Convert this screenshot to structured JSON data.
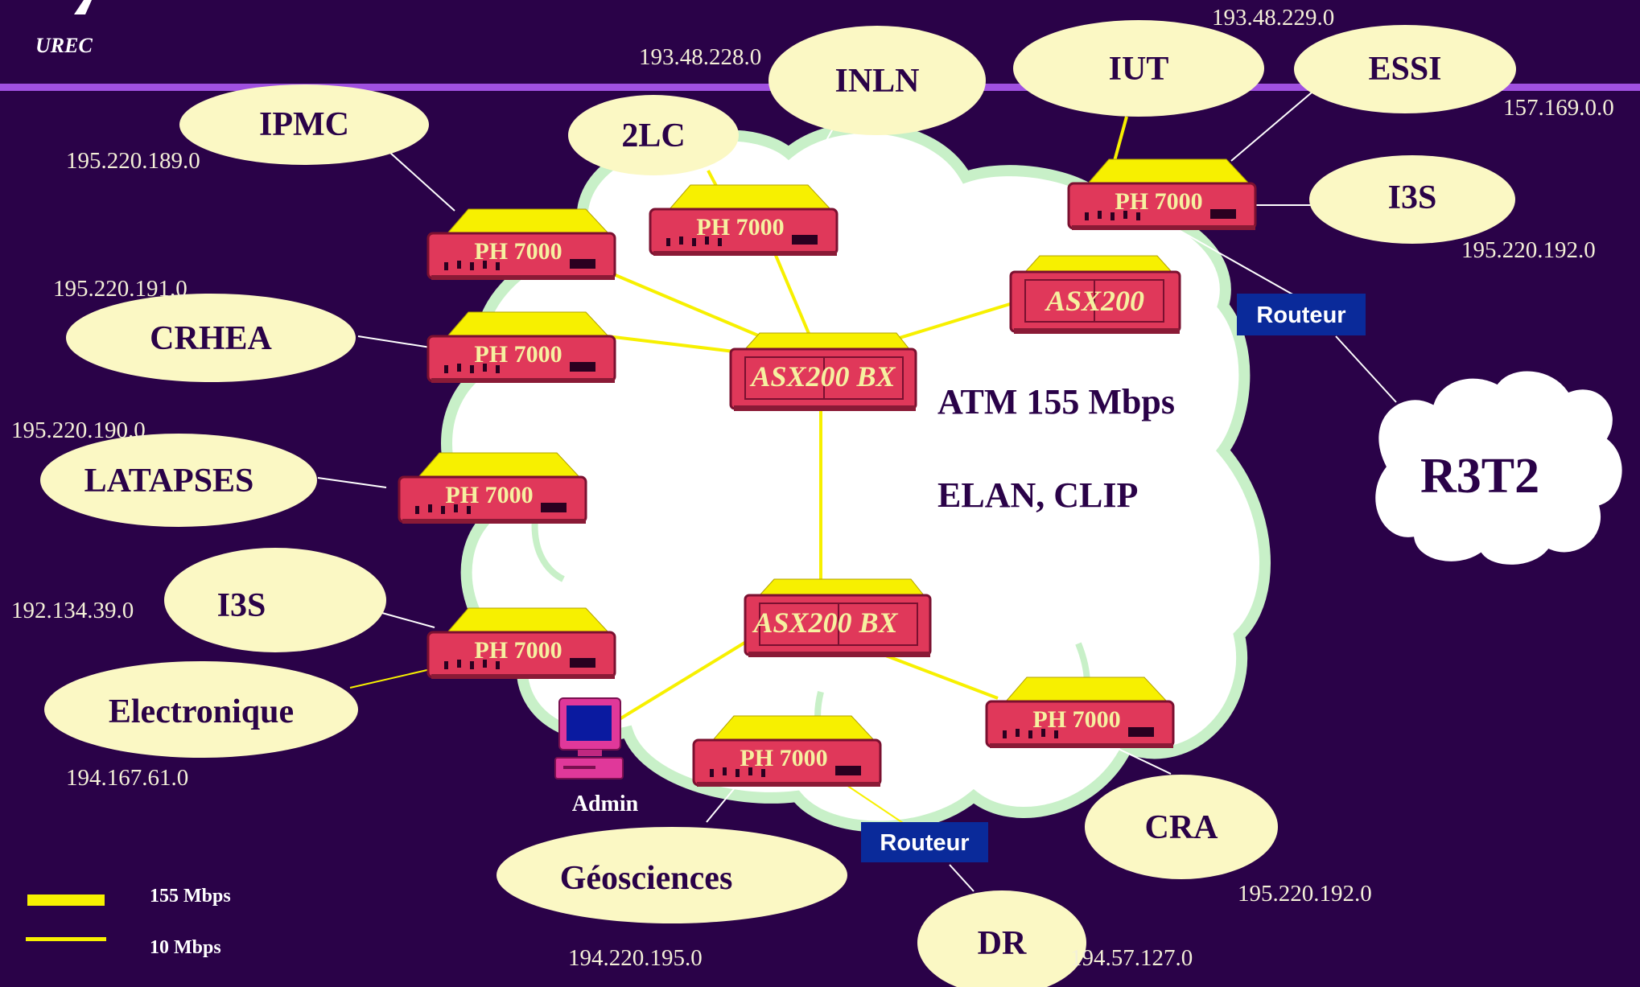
{
  "logo": {
    "text": "UREC"
  },
  "cloud": {
    "line1": "ATM 155 Mbps",
    "line2": "ELAN, CLIP"
  },
  "legend": {
    "thick_label": "155 Mbps",
    "thin_label": "10 Mbps"
  },
  "admin_label": "Admin",
  "routers": {
    "r1": "Routeur",
    "r2": "Routeur"
  },
  "external_cloud": {
    "label": "R3T2"
  },
  "switches": {
    "asx_top_right": "ASX200",
    "asx_center": "ASX200 BX",
    "asx_bottom": "ASX200 BX"
  },
  "devices": {
    "ph_ipmc": "PH 7000",
    "ph_2lc": "PH 7000",
    "ph_iut": "PH 7000",
    "ph_crhea": "PH 7000",
    "ph_latapses": "PH 7000",
    "ph_i3s_left": "PH 7000",
    "ph_geo": "PH 7000",
    "ph_cra": "PH 7000"
  },
  "sites": {
    "ipmc": "IPMC",
    "lc2": "2LC",
    "inln": "INLN",
    "iut": "IUT",
    "essi": "ESSI",
    "i3s_right": "I3S",
    "crhea": "CRHEA",
    "latapses": "LATAPSES",
    "i3s_left": "I3S",
    "electronique": "Electronique",
    "geosciences": "Géosciences",
    "dr": "DR",
    "cra": "CRA"
  },
  "networks": {
    "n_193_228": "193.48.228.0",
    "n_193_229": "193.48.229.0",
    "n_157": "157.169.0.0",
    "n_195_189": "195.220.189.0",
    "n_195_192_a": "195.220.192.0",
    "n_195_191": "195.220.191.0",
    "n_195_190": "195.220.190.0",
    "n_192_134": "192.134.39.0",
    "n_194_167": "194.167.61.0",
    "n_194_220": "194.220.195.0",
    "n_194_57": "194.57.127.0",
    "n_195_192_b": "195.220.192.0"
  },
  "colors": {
    "background": "#2a0248",
    "cloud_fill": "#ffffff",
    "cloud_border": "#c8f0c8",
    "ellipse_fill": "#fbf8c4",
    "device_body": "#e0385a",
    "device_top": "#f7f000",
    "link_155": "#f7f000",
    "link_10": "#ffffff",
    "router_box": "#0a2a9a",
    "top_band": "#a050e0"
  }
}
